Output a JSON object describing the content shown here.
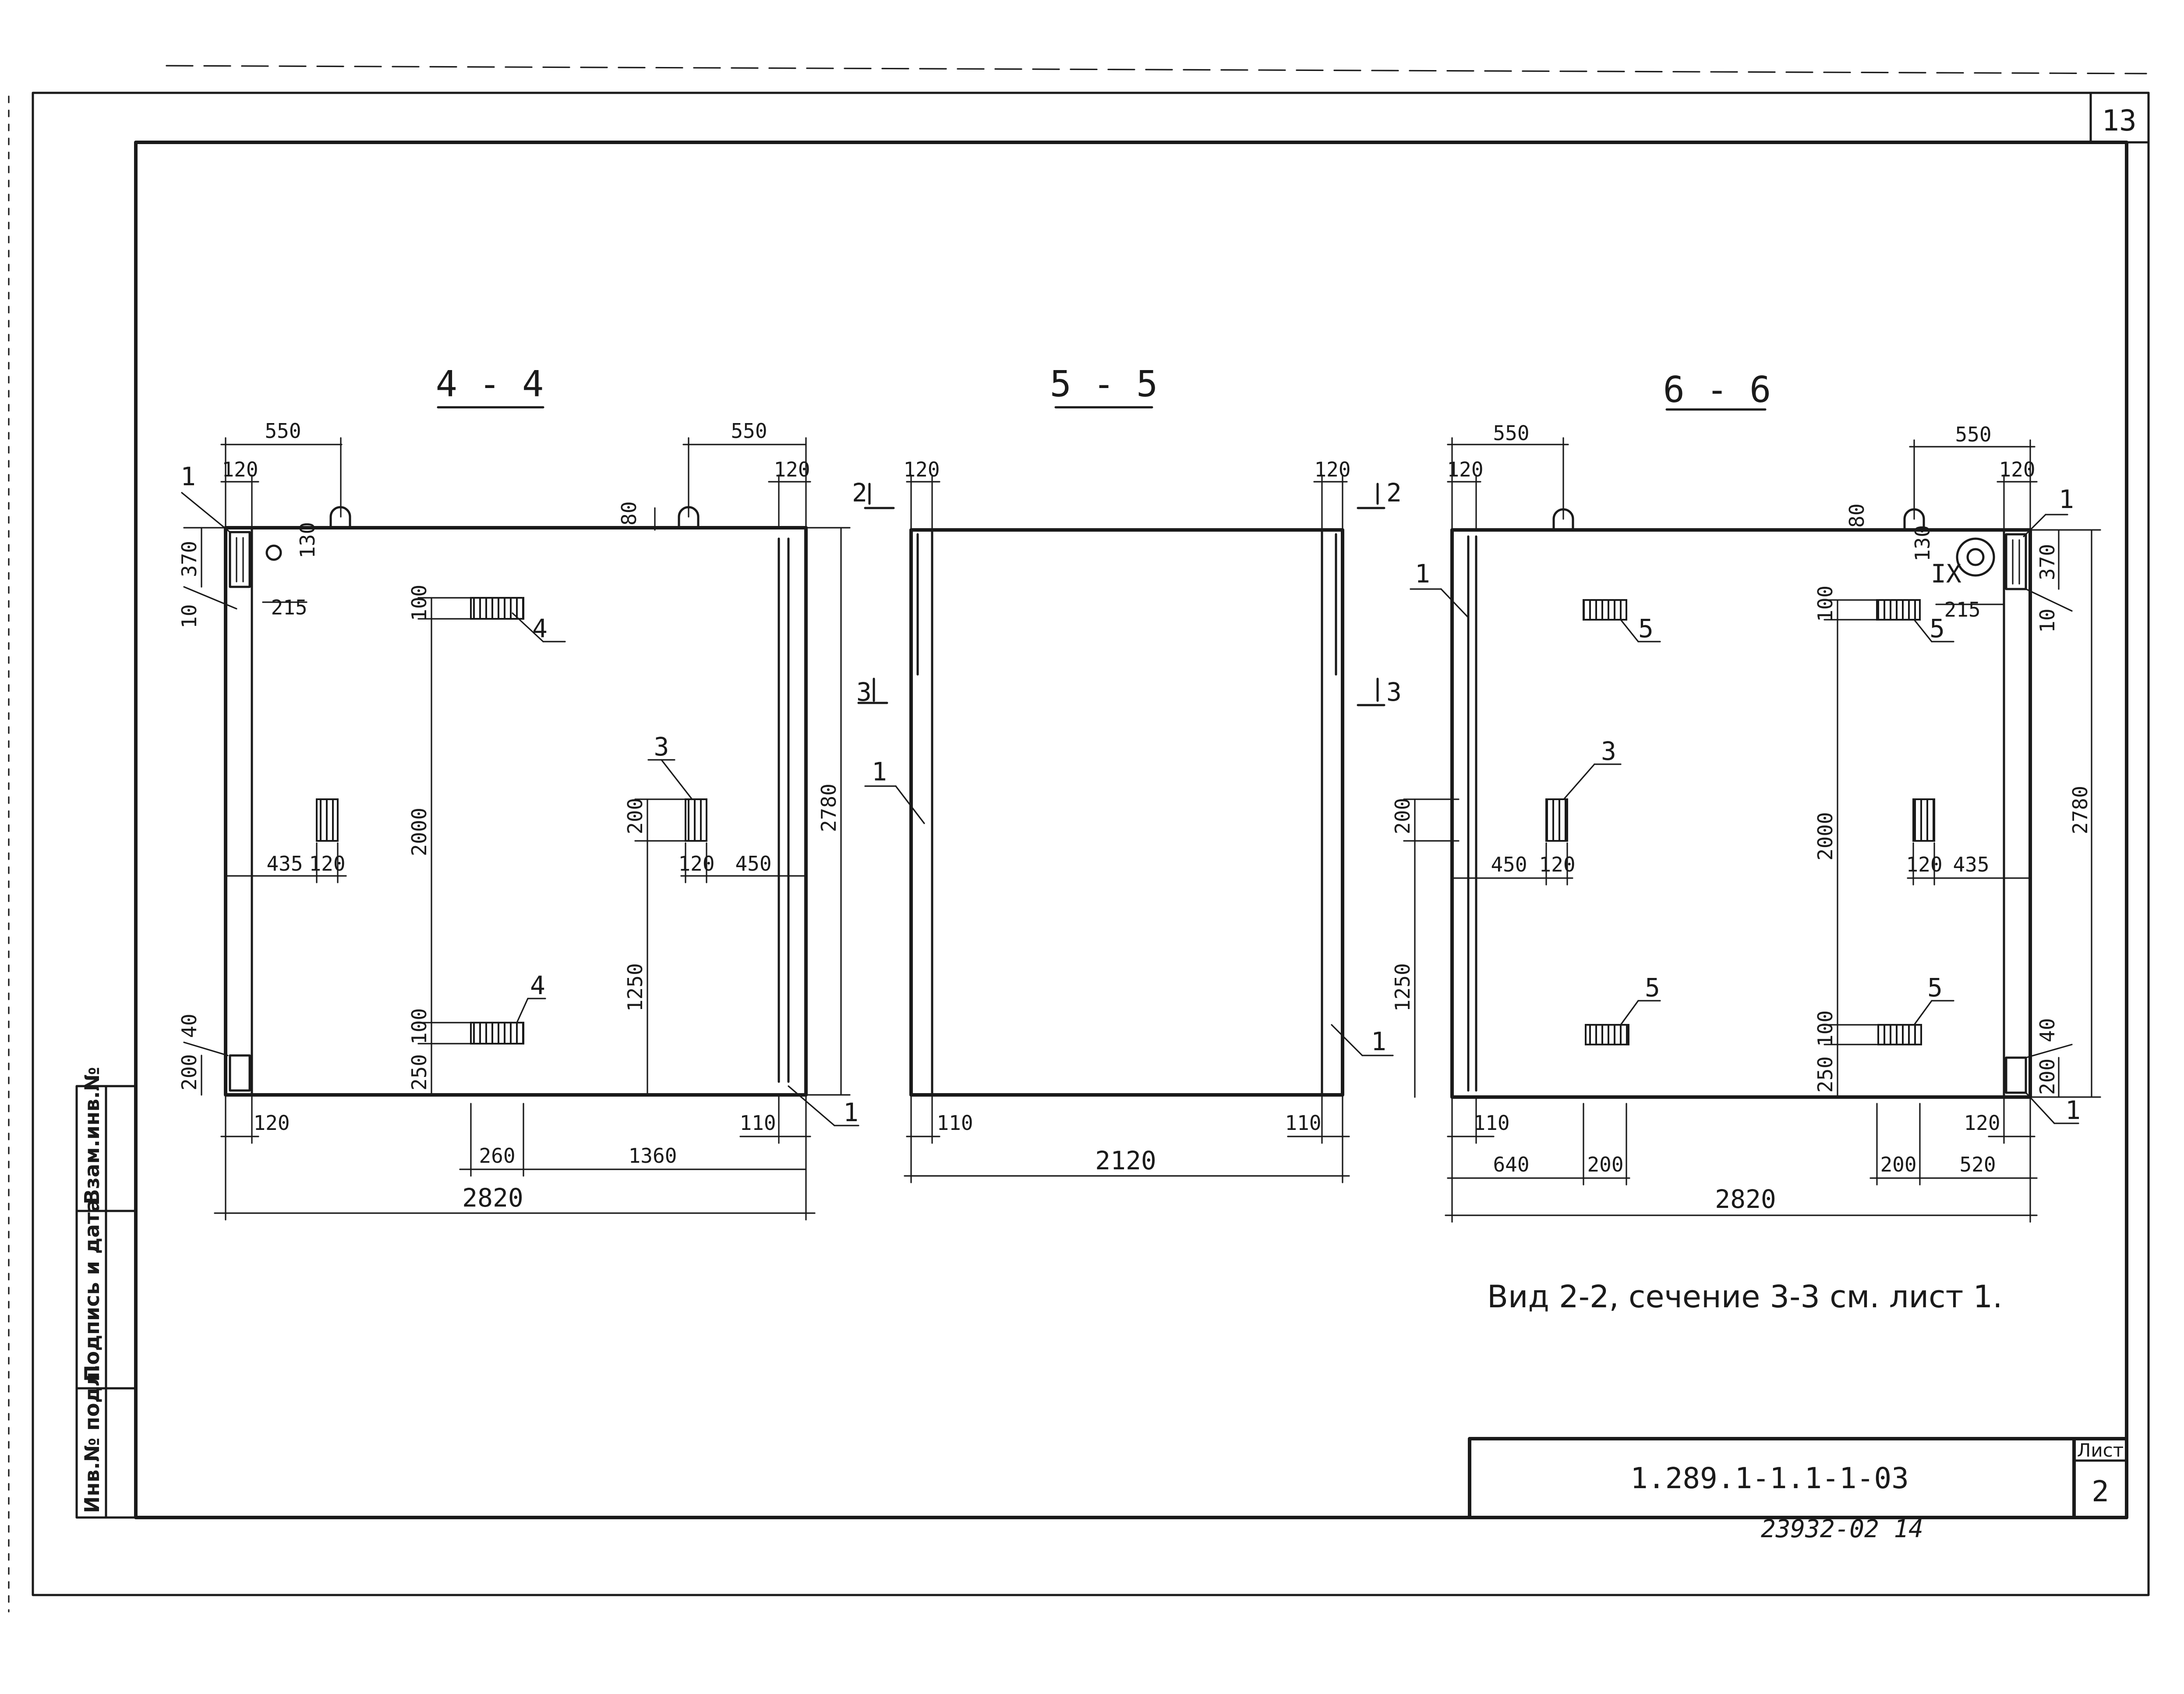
{
  "sheet": {
    "page_number": "13",
    "title_block": {
      "code": "1.289.1-1.1-1-03",
      "sheet_label": "Лист",
      "sheet_number": "2"
    },
    "stamp": "23932-02  14",
    "note": "Вид 2-2, сечение 3-3 см. лист 1.",
    "side_stamps": [
      "Инв.№ подл.",
      "Подпись и дата",
      "Взам.инв.№"
    ]
  },
  "sections": {
    "s44": {
      "title": "4 - 4",
      "dims": {
        "top_left_550": "550",
        "top_left_120": "120",
        "top_right_550": "550",
        "top_right_120": "120",
        "top_80": "80",
        "left_370": "370",
        "left_10": "10",
        "left_40": "40",
        "left_200": "200",
        "d130": "130",
        "d215": "215",
        "d100a": "100",
        "d2000": "2000",
        "d100b": "100",
        "d250": "250",
        "d200": "200",
        "d1250": "1250",
        "d2780": "2780",
        "d435": "435",
        "d120a": "120",
        "d120b": "120",
        "d450": "450",
        "bot_120": "120",
        "bot_260": "260",
        "bot_1360": "1360",
        "bot_110": "110",
        "total": "2820"
      },
      "marks": {
        "m1a": "1",
        "m4a": "4",
        "m3": "3",
        "m4b": "4",
        "m1b": "1"
      }
    },
    "s55": {
      "title": "5 - 5",
      "dims": {
        "t120a": "120",
        "t120b": "120",
        "b110a": "110",
        "b110b": "110",
        "total": "2120"
      },
      "marks": {
        "c2a": "2",
        "c2b": "2",
        "c3a": "3",
        "c3b": "3",
        "m1a": "1",
        "m1b": "1"
      }
    },
    "s66": {
      "title": "6 - 6",
      "dims": {
        "top_left_550": "550",
        "top_left_120": "120",
        "top_right_550": "550",
        "top_right_120": "120",
        "top_80": "80",
        "d130": "130",
        "d215": "215",
        "right_370": "370",
        "right_10": "10",
        "d100a": "100",
        "d2000": "2000",
        "d100b": "100",
        "d250": "250",
        "d200": "200",
        "d1250": "1250",
        "d2780": "2780",
        "d450": "450",
        "d120a": "120",
        "d120b": "120",
        "d435": "435",
        "right_40": "40",
        "right_200": "200",
        "bot_110": "110",
        "bot_640": "640",
        "bot_200a": "200",
        "bot_200b": "200",
        "bot_520": "520",
        "bot_120": "120",
        "total": "2820"
      },
      "marks": {
        "m1a": "1",
        "m5a": "5",
        "m5b": "5",
        "m3": "3",
        "m5c": "5",
        "m5d": "5",
        "m1b": "1",
        "m1c": "1",
        "ix": "IX"
      }
    }
  }
}
